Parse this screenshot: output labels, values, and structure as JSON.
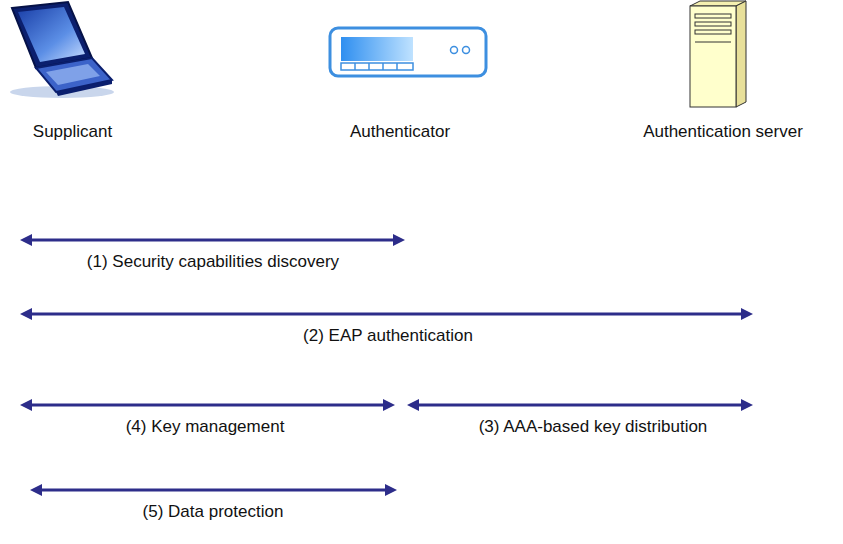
{
  "diagram": {
    "nodes": [
      {
        "text": [
          "Supplicant"
        ]
      },
      {
        "text": [
          "Authenticator"
        ]
      },
      {
        "text": [
          "Authentication server"
        ]
      }
    ],
    "edges": [
      {
        "from": 0,
        "to": 1,
        "arrow": "both",
        "label": "(1) Security capabilities discovery"
      },
      {
        "from": 0,
        "to": 2,
        "arrow": "both",
        "label": "(2) EAP authentication"
      },
      {
        "from": 0,
        "to": 1,
        "arrow": "both",
        "label": "(4) Key management"
      },
      {
        "from": 1,
        "to": 2,
        "arrow": "both",
        "label": "(3) AAA-based key distribution"
      },
      {
        "from": 0,
        "to": 1,
        "arrow": "both",
        "label": "(5) Data protection"
      }
    ]
  }
}
